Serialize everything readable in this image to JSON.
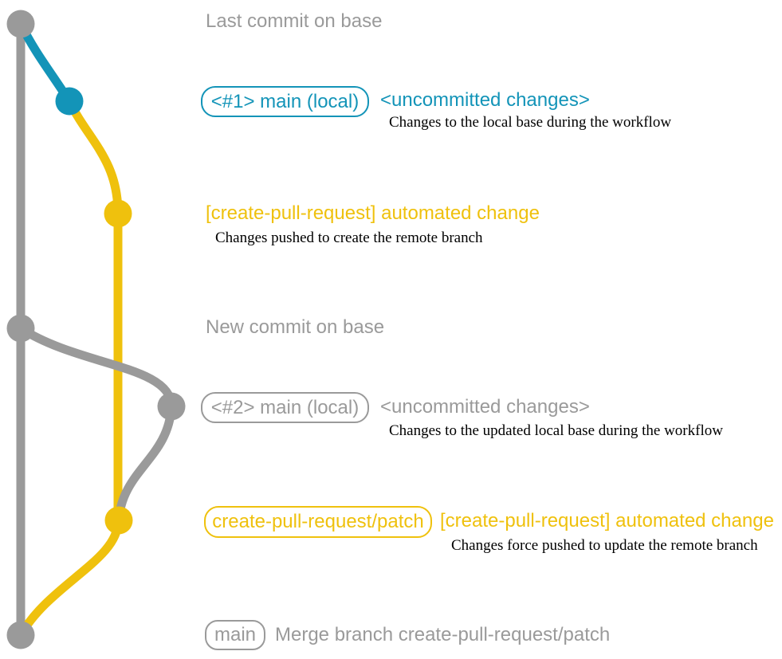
{
  "colors": {
    "base_gray": "#9a9a9a",
    "local_blue": "#1394b8",
    "remote_yellow": "#efc10d",
    "description_black": "#000000",
    "background": "#ffffff"
  },
  "rows": [
    {
      "kind": "plain",
      "color": "gray",
      "label": "Last commit on base"
    },
    {
      "kind": "badge",
      "color": "blue",
      "badge": "<#1> main (local)",
      "title": "<uncommitted changes>",
      "desc": "Changes to the local base during the workflow"
    },
    {
      "kind": "title",
      "color": "yellow",
      "title": "[create-pull-request] automated change",
      "desc": "Changes pushed to create the remote branch"
    },
    {
      "kind": "plain",
      "color": "gray",
      "label": "New commit on base"
    },
    {
      "kind": "badge",
      "color": "gray",
      "badge": "<#2> main (local)",
      "title": "<uncommitted changes>",
      "desc": "Changes to the updated local base during the workflow"
    },
    {
      "kind": "badge",
      "color": "yellow",
      "badge": "create-pull-request/patch",
      "title": "[create-pull-request] automated change",
      "desc": "Changes force pushed to update the remote branch"
    },
    {
      "kind": "badge",
      "color": "gray",
      "badge": "main",
      "title": "Merge branch create-pull-request/patch"
    }
  ],
  "graph": {
    "branches": [
      {
        "name": "base",
        "color": "#9a9a9a"
      },
      {
        "name": "local-main",
        "color": "#1394b8"
      },
      {
        "name": "create-pull-request/patch",
        "color": "#efc10d"
      }
    ],
    "commit_dots": [
      {
        "id": "base-last-commit",
        "color": "#9a9a9a"
      },
      {
        "id": "local-1-uncommitted",
        "color": "#1394b8"
      },
      {
        "id": "remote-automated-change-1",
        "color": "#efc10d"
      },
      {
        "id": "base-new-commit",
        "color": "#9a9a9a"
      },
      {
        "id": "local-2-uncommitted",
        "color": "#9a9a9a"
      },
      {
        "id": "remote-automated-change-2",
        "color": "#efc10d"
      },
      {
        "id": "merge-commit-main",
        "color": "#9a9a9a"
      }
    ]
  }
}
